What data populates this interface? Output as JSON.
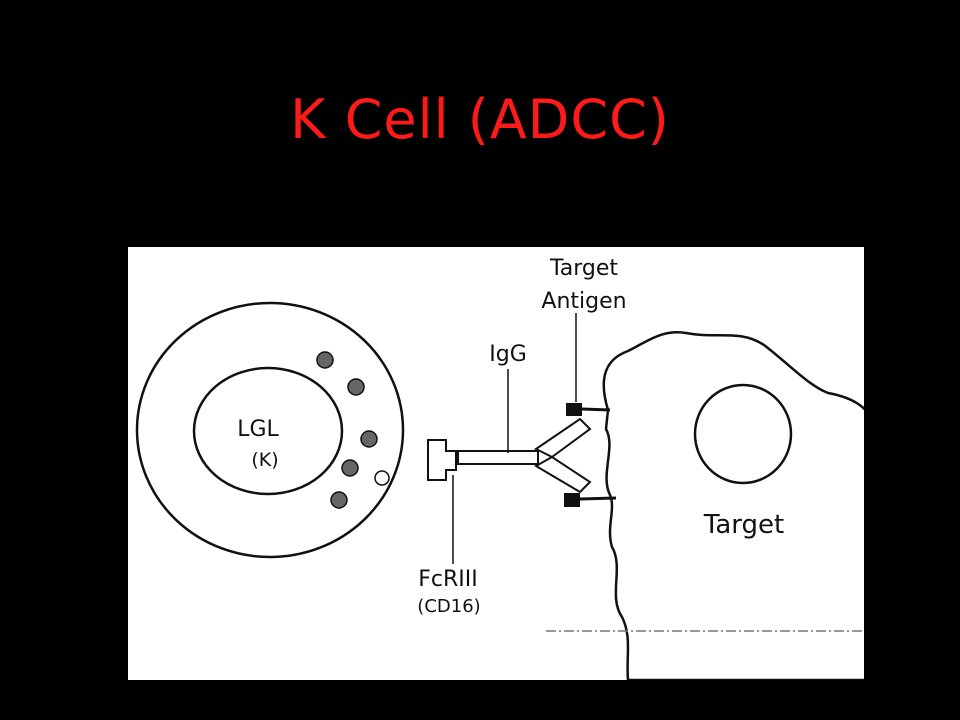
{
  "slide": {
    "title": "K Cell (ADCC)",
    "title_color": "#ff1a1a",
    "background": "#000000"
  },
  "diagram": {
    "effector_cell": {
      "line1": "LGL",
      "line2": "(K)"
    },
    "receptor": {
      "line1": "FcRIII",
      "line2": "(CD16)"
    },
    "antibody": {
      "label": "IgG"
    },
    "antigen": {
      "line1": "Target",
      "line2": "Antigen"
    },
    "target_cell": {
      "label": "Target"
    }
  }
}
